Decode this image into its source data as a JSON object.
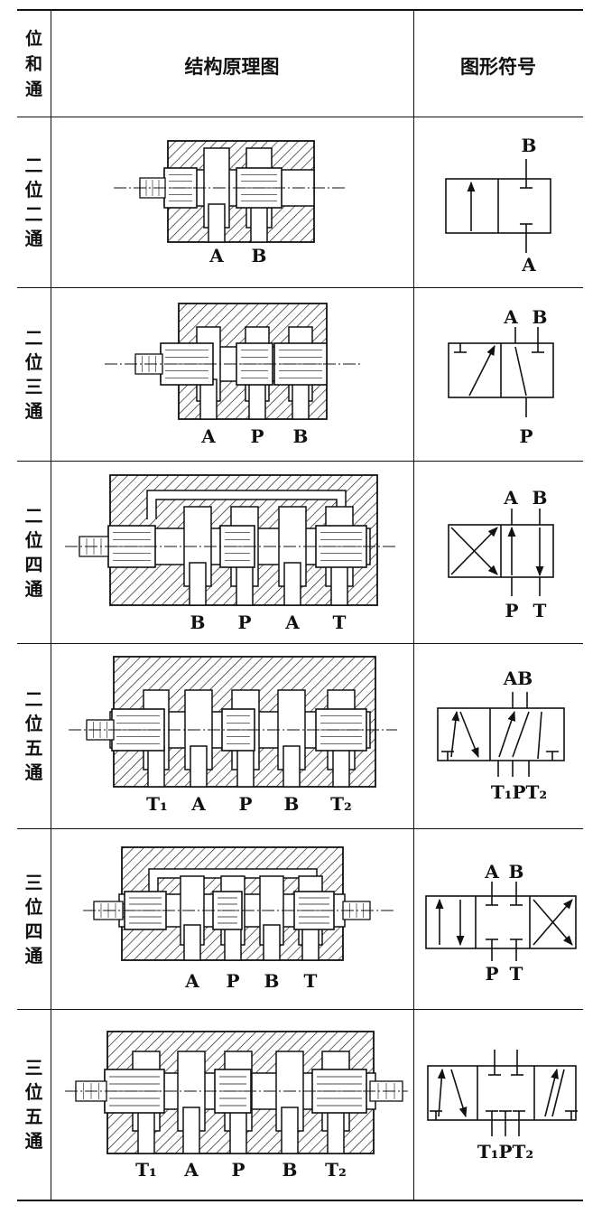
{
  "header": {
    "position_col": [
      "位",
      "和",
      "通"
    ],
    "structure_col": "结构原理图",
    "symbol_col": "图形符号"
  },
  "rows": [
    {
      "label": [
        "二",
        "位",
        "二",
        "通"
      ],
      "structure_ports": [
        "A",
        "B"
      ],
      "symbol_ports_top": [
        "B"
      ],
      "symbol_ports_bottom": [
        "A"
      ]
    },
    {
      "label": [
        "二",
        "位",
        "三",
        "通"
      ],
      "structure_ports": [
        "A",
        "P",
        "B"
      ],
      "symbol_ports_top": [
        "A",
        "B"
      ],
      "symbol_ports_bottom": [
        "P"
      ]
    },
    {
      "label": [
        "二",
        "位",
        "四",
        "通"
      ],
      "structure_ports": [
        "B",
        "P",
        "A",
        "T"
      ],
      "symbol_ports_top": [
        "A",
        "B"
      ],
      "symbol_ports_bottom": [
        "P",
        "T"
      ]
    },
    {
      "label": [
        "二",
        "位",
        "五",
        "通"
      ],
      "structure_ports": [
        "T₁",
        "A",
        "P",
        "B",
        "T₂"
      ],
      "symbol_ports_top": [
        "AB"
      ],
      "symbol_ports_bottom": [
        "T₁PT₂"
      ]
    },
    {
      "label": [
        "三",
        "位",
        "四",
        "通"
      ],
      "structure_ports": [
        "A",
        "P",
        "B",
        "T"
      ],
      "symbol_ports_top": [
        "A",
        "B"
      ],
      "symbol_ports_bottom": [
        "P",
        "T"
      ]
    },
    {
      "label": [
        "三",
        "位",
        "五",
        "通"
      ],
      "structure_ports": [
        "T₁",
        "A",
        "P",
        "B",
        "T₂"
      ],
      "symbol_ports_top": [],
      "symbol_ports_bottom": [
        "T₁PT₂"
      ]
    }
  ]
}
